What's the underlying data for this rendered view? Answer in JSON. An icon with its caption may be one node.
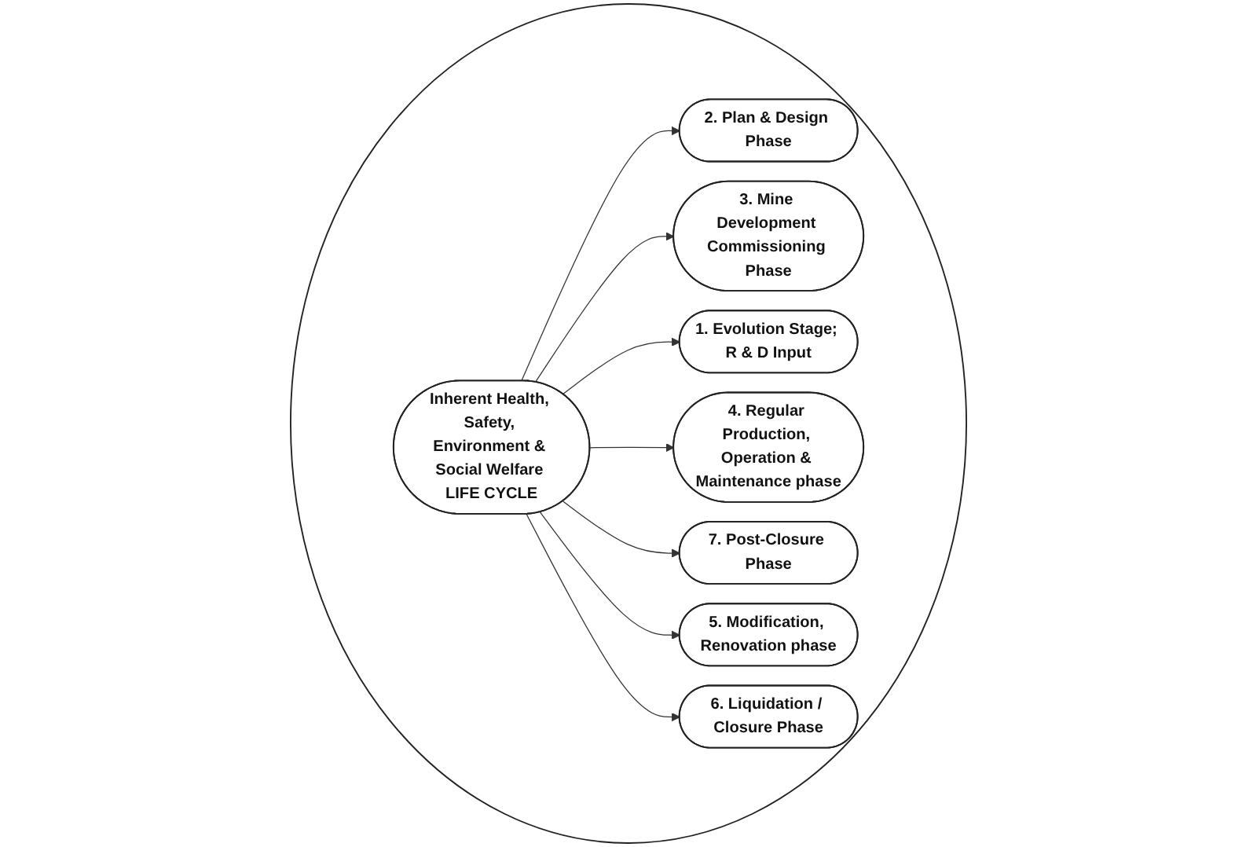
{
  "diagram": {
    "nodes": [
      {
        "text": [],
        "shape": "ellipse"
      },
      {
        "text": [
          "Inherent Health, Safety, Environment & Social Welfare LIFE CYCLE"
        ],
        "in": 0
      },
      {
        "text": [
          "2. Plan & Design Phase"
        ],
        "in": 0
      },
      {
        "text": [
          "3. Mine Development Commissioning Phase"
        ],
        "in": 0
      },
      {
        "text": [
          "1. Evolution Stage; R & D Input"
        ],
        "in": 0
      },
      {
        "text": [
          "4. Regular Production, Operation & Maintenance phase"
        ],
        "in": 0
      },
      {
        "text": [
          "7. Post-Closure Phase"
        ],
        "in": 0
      },
      {
        "text": [
          "5. Modification, Renovation phase"
        ],
        "in": 0
      },
      {
        "text": [
          "6. Liquidation / Closure Phase"
        ],
        "in": 0
      }
    ],
    "edges": [
      {
        "from": 1,
        "to": 2,
        "arrow": "to"
      },
      {
        "from": 1,
        "to": 3,
        "arrow": "to"
      },
      {
        "from": 1,
        "to": 4,
        "arrow": "to"
      },
      {
        "from": 1,
        "to": 5,
        "arrow": "to"
      },
      {
        "from": 1,
        "to": 6,
        "arrow": "to"
      },
      {
        "from": 1,
        "to": 7,
        "arrow": "to"
      },
      {
        "from": 1,
        "to": 8,
        "arrow": "to"
      }
    ]
  }
}
